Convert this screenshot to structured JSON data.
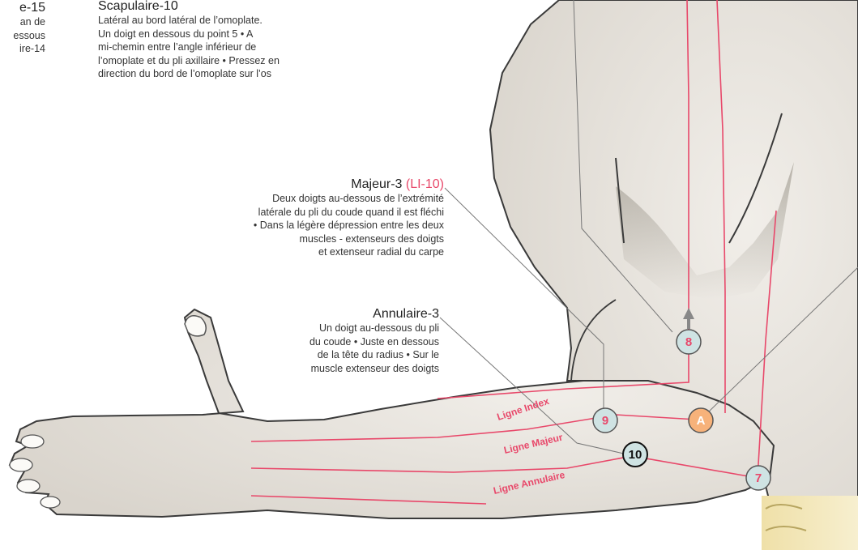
{
  "points": {
    "cut_left": {
      "title": "e-15",
      "lines": [
        "an de",
        "essous",
        "ire-14"
      ]
    },
    "scapulaire10": {
      "title": "Scapulaire-10",
      "lines": [
        "Latéral au bord latéral de l’omoplate.",
        "Un doigt en dessous du point 5 • A",
        "mi-chemin entre l’angle inférieur de",
        "l’omoplate et du pli axillaire • Pressez en",
        "direction du bord de l’omoplate sur l’os"
      ]
    },
    "majeur3": {
      "title": "Majeur-3",
      "code": "(LI-10)",
      "lines": [
        "Deux doigts au-dessous de l’extrémité",
        "latérale du pli du coude quand il est fléchi",
        "• Dans la légère dépression entre les deux",
        "muscles - extenseurs des doigts",
        "et extenseur radial du carpe"
      ]
    },
    "annulaire3": {
      "title": "Annulaire-3",
      "lines": [
        "Un doigt au-dessous du pli",
        "du coude • Juste en dessous",
        "de la tête du radius • Sur le",
        "muscle extenseur des doigts"
      ]
    }
  },
  "line_labels": {
    "index": "Ligne Index",
    "majeur": "Ligne Majeur",
    "annulaire": "Ligne Annulaire"
  },
  "markers": {
    "m8": "8",
    "m9": "9",
    "mA": "A",
    "m10": "10",
    "m7": "7"
  },
  "colors": {
    "meridian": "#e8486a",
    "badge_fill": "#cfe3e3",
    "badge_special": "#f7b27a",
    "leader": "#777777"
  }
}
